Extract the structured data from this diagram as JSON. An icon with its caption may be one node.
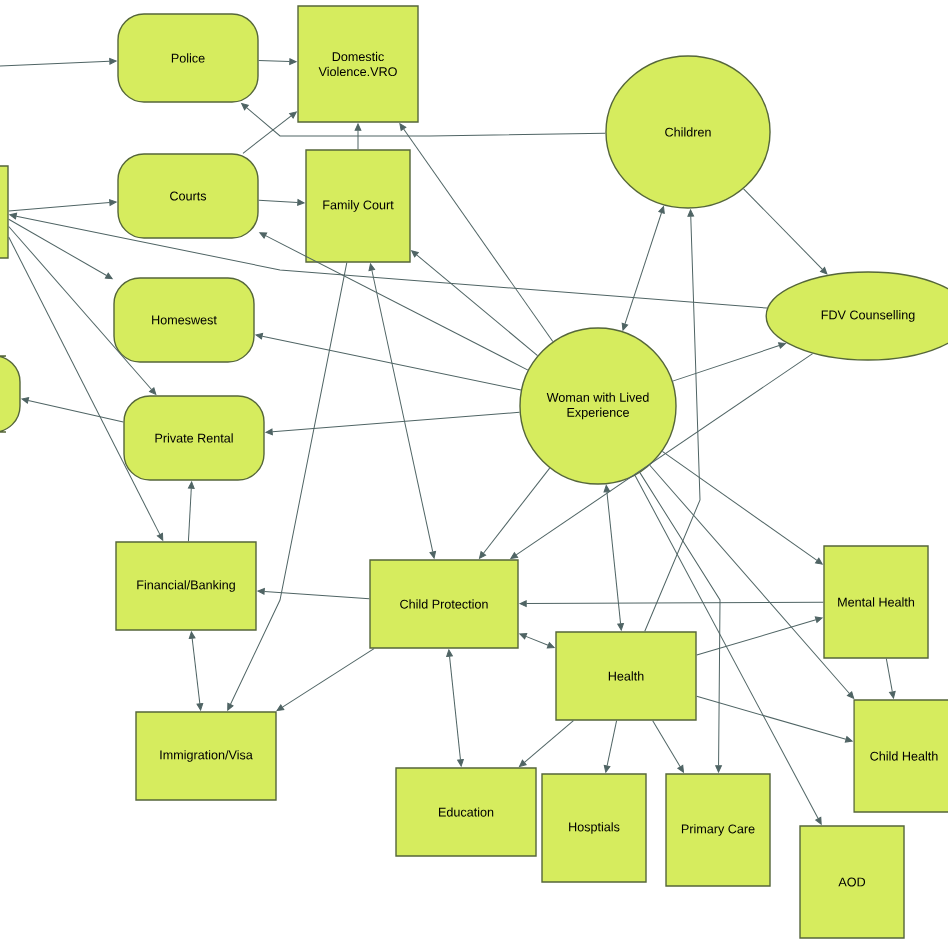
{
  "diagram": {
    "nodes": [
      {
        "text": [
          "Police"
        ]
      },
      {
        "text": [
          "Domestic Violence.VRO"
        ]
      },
      {
        "text": [
          "Children"
        ]
      },
      {
        "text": [
          "Courts"
        ]
      },
      {
        "text": [
          "Family Court"
        ]
      },
      {
        "text": [
          "Homeswest"
        ]
      },
      {
        "text": [
          "FDV Counselling"
        ]
      },
      {
        "text": [
          "Woman with Lived Experience"
        ]
      },
      {
        "text": [
          "Private Rental"
        ]
      },
      {
        "text": [
          "Financial/Banking"
        ]
      },
      {
        "text": [
          "Child Protection"
        ]
      },
      {
        "text": [
          "Mental Health"
        ]
      },
      {
        "text": [
          "Health"
        ]
      },
      {
        "text": [
          "Immigration/Visa"
        ]
      },
      {
        "text": [
          "Child Health"
        ]
      },
      {
        "text": [
          "Education"
        ]
      },
      {
        "text": [
          "Hosptials"
        ]
      },
      {
        "text": [
          "Primary Care"
        ]
      },
      {
        "text": [
          "AOD"
        ]
      },
      {
        "text": [],
        "shape": "box"
      },
      {
        "text": [],
        "shape": "box"
      }
    ],
    "edges": [
      {
        "from": null,
        "to": 0,
        "arrow": "to"
      },
      {
        "from": 0,
        "to": 1,
        "arrow": "to"
      },
      {
        "from": 3,
        "to": 1,
        "arrow": "to"
      },
      {
        "from": 3,
        "to": 4,
        "arrow": "to"
      },
      {
        "from": 4,
        "to": 1,
        "arrow": "to"
      },
      {
        "from": 7,
        "to": 2,
        "arrow": "both"
      },
      {
        "from": 12,
        "to": 2,
        "arrow": "to"
      },
      {
        "from": 2,
        "to": 6,
        "arrow": "to"
      },
      {
        "from": 7,
        "to": 6,
        "arrow": "to"
      },
      {
        "from": 7,
        "to": 1,
        "arrow": "to"
      },
      {
        "from": 7,
        "to": 4,
        "arrow": "to"
      },
      {
        "from": 7,
        "to": 3,
        "arrow": "to"
      },
      {
        "from": 7,
        "to": 5,
        "arrow": "to"
      },
      {
        "from": 7,
        "to": 8,
        "arrow": "to"
      },
      {
        "from": 7,
        "to": 10,
        "arrow": "to"
      },
      {
        "from": 7,
        "to": 12,
        "arrow": "both"
      },
      {
        "from": 7,
        "to": 11,
        "arrow": "to"
      },
      {
        "from": 7,
        "to": 17,
        "arrow": "to"
      },
      {
        "from": 7,
        "to": 18,
        "arrow": "to"
      },
      {
        "from": 7,
        "to": 14,
        "arrow": "to"
      },
      {
        "from": 9,
        "to": 8,
        "arrow": "to"
      },
      {
        "from": 9,
        "to": 13,
        "arrow": "both"
      },
      {
        "from": 10,
        "to": 15,
        "arrow": "both"
      },
      {
        "from": 10,
        "to": 12,
        "arrow": "both"
      },
      {
        "from": 10,
        "to": 13,
        "arrow": "to"
      },
      {
        "from": 12,
        "to": 15,
        "arrow": "to"
      },
      {
        "from": 12,
        "to": 16,
        "arrow": "to"
      },
      {
        "from": 12,
        "to": 17,
        "arrow": "to"
      },
      {
        "from": 12,
        "to": 14,
        "arrow": "to"
      },
      {
        "from": 12,
        "to": 11,
        "arrow": "to"
      },
      {
        "from": 11,
        "to": 14,
        "arrow": "to"
      },
      {
        "from": 19,
        "to": 3,
        "arrow": "to"
      },
      {
        "from": 19,
        "to": 5,
        "arrow": "to"
      },
      {
        "from": 19,
        "to": 8,
        "arrow": "to"
      },
      {
        "from": 8,
        "to": 20,
        "arrow": "to"
      },
      {
        "from": 19,
        "to": 9,
        "arrow": "to"
      },
      {
        "from": 4,
        "to": 13,
        "arrow": "to"
      },
      {
        "from": 10,
        "to": 9,
        "arrow": "to"
      },
      {
        "from": 6,
        "to": 10,
        "arrow": "to"
      },
      {
        "from": 4,
        "to": 10,
        "arrow": "both"
      },
      {
        "from": 2,
        "to": 0,
        "arrow": "to"
      },
      {
        "from": 6,
        "to": 19,
        "arrow": "to"
      },
      {
        "from": 11,
        "to": 10,
        "arrow": "to"
      }
    ]
  }
}
